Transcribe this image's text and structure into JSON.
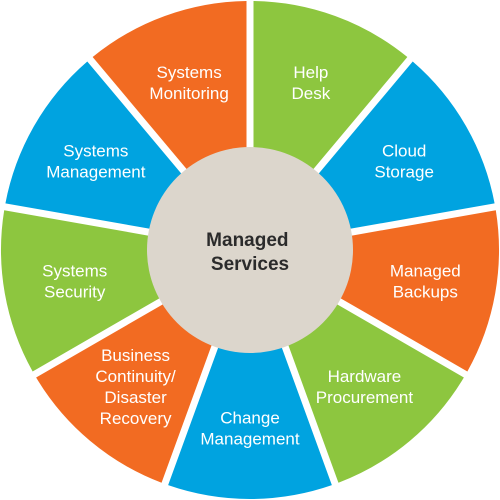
{
  "hub": {
    "lines": [
      "Managed",
      "Services"
    ],
    "color": "#dcd6cc"
  },
  "palette": {
    "green": "#8dc63f",
    "blue": "#00a3e0",
    "orange": "#f26b22"
  },
  "segments": [
    {
      "name": "help-desk",
      "lines": [
        "Help",
        "Desk"
      ],
      "color": "green"
    },
    {
      "name": "cloud-storage",
      "lines": [
        "Cloud",
        "Storage"
      ],
      "color": "blue"
    },
    {
      "name": "managed-backups",
      "lines": [
        "Managed",
        "Backups"
      ],
      "color": "orange"
    },
    {
      "name": "hardware-procurement",
      "lines": [
        "Hardware",
        "Procurement"
      ],
      "color": "green"
    },
    {
      "name": "change-management",
      "lines": [
        "Change",
        "Management"
      ],
      "color": "blue"
    },
    {
      "name": "business-continuity-disaster-recovery",
      "lines": [
        "Business",
        "Continuity/",
        "Disaster",
        "Recovery"
      ],
      "color": "orange"
    },
    {
      "name": "systems-security",
      "lines": [
        "Systems",
        "Security"
      ],
      "color": "green"
    },
    {
      "name": "systems-management",
      "lines": [
        "Systems",
        "Management"
      ],
      "color": "blue"
    },
    {
      "name": "systems-monitoring",
      "lines": [
        "Systems",
        "Monitoring"
      ],
      "color": "orange"
    }
  ]
}
